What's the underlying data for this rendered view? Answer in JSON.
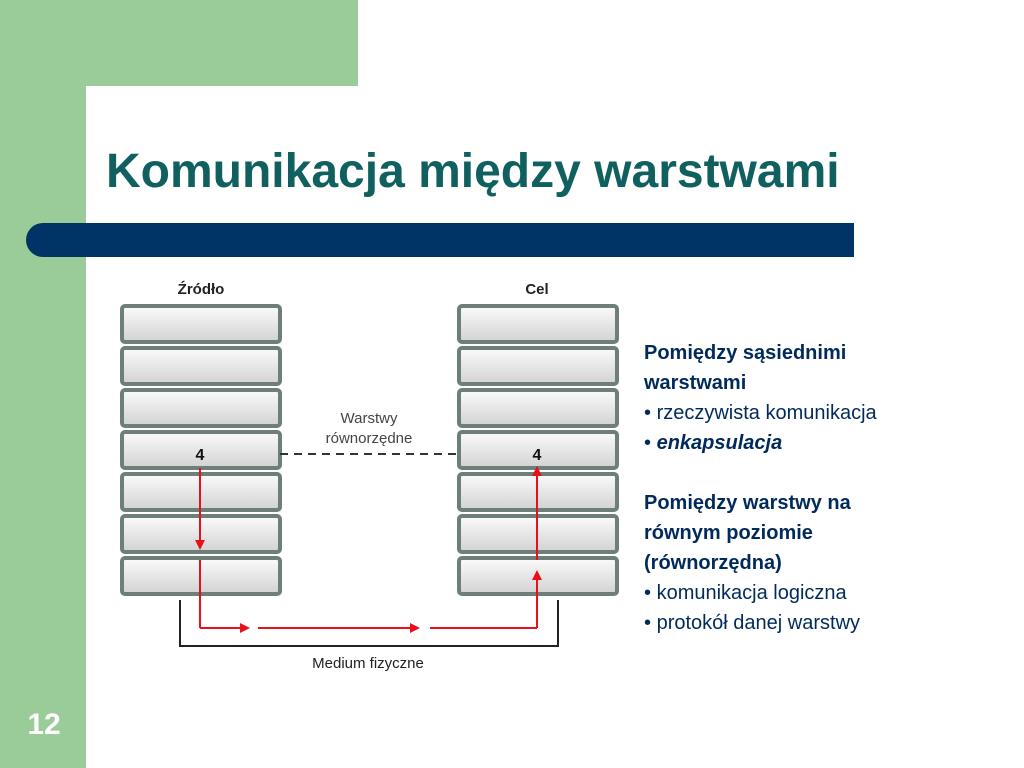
{
  "slide": {
    "title": "Komunikacja między warstwami",
    "page_number": "12"
  },
  "diagram": {
    "source_label": "Źródło",
    "target_label": "Cel",
    "peer_label_line1": "Warstwy",
    "peer_label_line2": "równorzędne",
    "source_layer_number": "4",
    "target_layer_number": "4",
    "medium_label": "Medium fizyczne",
    "layer_count": 7,
    "highlighted_layer": 4,
    "colors": {
      "arrow": "#e8101a",
      "layer_border": "#6e7f7a",
      "layer_fill": "#e6e6e6"
    }
  },
  "notes": {
    "section1_heading_line1": "Pomiędzy sąsiednimi",
    "section1_heading_line2": "warstwami",
    "section1_item1": "rzeczywista komunikacja",
    "section1_item2": "enkapsulacja",
    "section2_heading_line1": "Pomiędzy warstwy na",
    "section2_heading_line2": "równym poziomie",
    "section2_heading_line3": "(równorzędna)",
    "section2_item1": "komunikacja logiczna",
    "section2_item2": "protokół danej warstwy",
    "bullet": "•"
  }
}
